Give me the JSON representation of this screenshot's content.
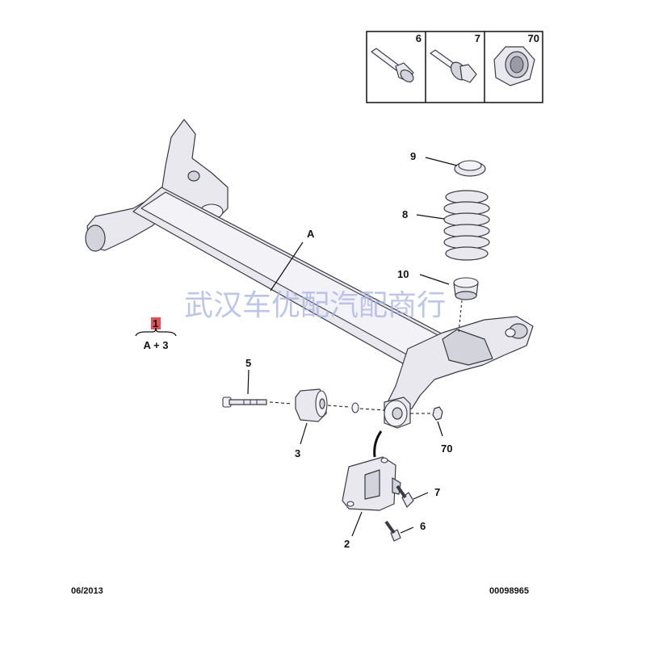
{
  "thumbnails": [
    {
      "ref": "6",
      "icon": "bolt-flange-icon"
    },
    {
      "ref": "7",
      "icon": "bolt-washer-icon"
    },
    {
      "ref": "70",
      "icon": "nut-icon"
    }
  ],
  "callouts": {
    "axle": "A",
    "spring_seat_upper": "9",
    "spring": "8",
    "spring_seat_lower": "10",
    "bolt": "5",
    "bushing": "3",
    "nut": "70",
    "bracket_bolt_7": "7",
    "bracket_bolt_6": "6",
    "bracket": "2"
  },
  "assembly": {
    "ref": "1",
    "ref_color": "#e0525a",
    "formula": "A + 3"
  },
  "watermark": "武汉车优配汽配商行",
  "footer": {
    "date": "06/2013",
    "code": "00098965"
  }
}
